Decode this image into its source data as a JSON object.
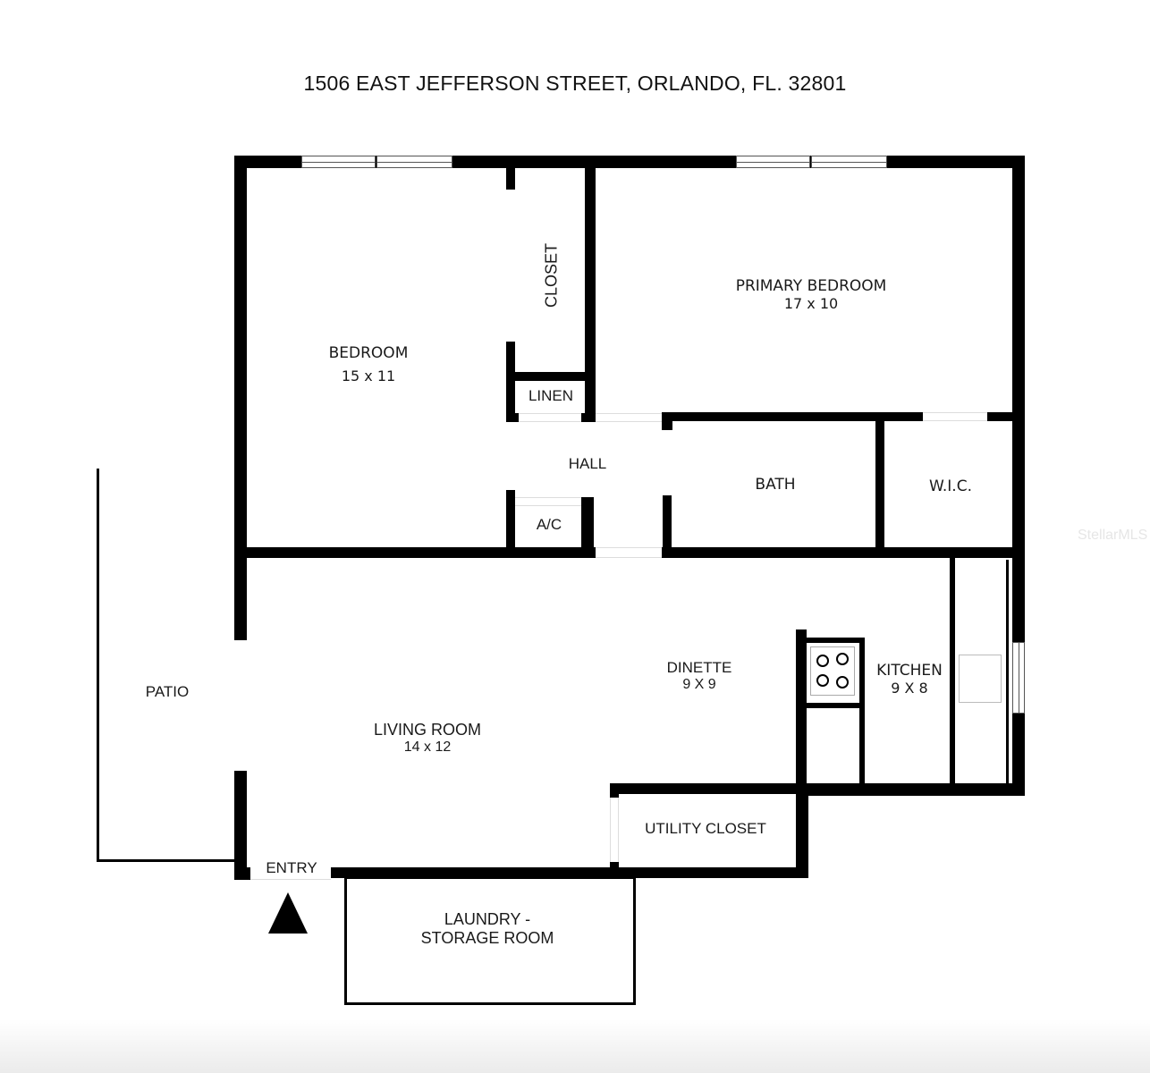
{
  "title": "1506 EAST JEFFERSON STREET, ORLANDO, FL. 32801",
  "watermark": "StellarMLS",
  "rooms": {
    "bedroom": {
      "name": "BEDROOM",
      "dims": "15 x 11"
    },
    "closet": {
      "name": "CLOSET"
    },
    "primary_bedroom": {
      "name": "PRIMARY BEDROOM",
      "dims": "17 x 10"
    },
    "linen": {
      "name": "LINEN"
    },
    "hall": {
      "name": "HALL"
    },
    "ac": {
      "name": "A/C"
    },
    "bath": {
      "name": "BATH"
    },
    "wic": {
      "name": "W.I.C."
    },
    "patio": {
      "name": "PATIO"
    },
    "dinette": {
      "name": "DINETTE",
      "dims": "9 X 9"
    },
    "kitchen": {
      "name": "KITCHEN",
      "dims": "9 X 8"
    },
    "living_room": {
      "name": "LIVING ROOM",
      "dims": "14 x 12"
    },
    "utility_closet": {
      "name": "UTILITY CLOSET"
    },
    "entry": {
      "name": "ENTRY"
    },
    "laundry": {
      "name_line1": "LAUNDRY -",
      "name_line2": "STORAGE ROOM"
    }
  },
  "colors": {
    "wall": "#000000",
    "background": "#ffffff",
    "text": "#1a1a1a"
  }
}
